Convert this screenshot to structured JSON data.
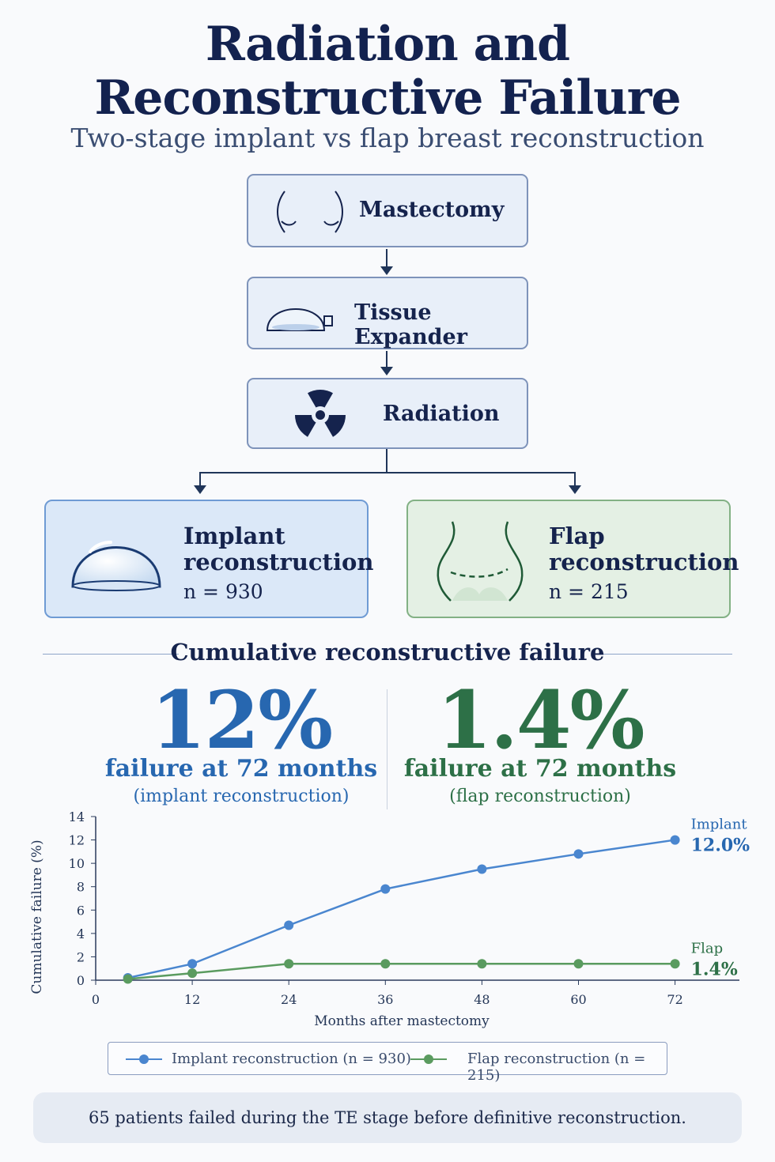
{
  "title_line1": "Radiation and",
  "title_line2": "Reconstructive Failure",
  "subtitle": "Two-stage implant vs flap breast reconstruction",
  "steps": [
    {
      "label": "Mastectomy",
      "icon": "breast-outline-icon"
    },
    {
      "label": "Tissue Expander",
      "icon": "tissue-expander-icon"
    },
    {
      "label": "Radiation",
      "icon": "radiation-icon"
    }
  ],
  "branches": {
    "implant": {
      "title1": "Implant",
      "title2": "reconstruction",
      "n": "n = 930",
      "icon": "implant-icon",
      "color": "#2767b0"
    },
    "flap": {
      "title1": "Flap",
      "title2": "reconstruction",
      "n": "n = 215",
      "icon": "flap-icon",
      "color": "#2d7047"
    }
  },
  "section_title": "Cumulative reconstructive failure",
  "stats": {
    "implant": {
      "value": "12%",
      "line1": "failure at 72 months",
      "line2": "(implant reconstruction)"
    },
    "flap": {
      "value": "1.4%",
      "line1": "failure at 72 months",
      "line2": "(flap reconstruction)"
    }
  },
  "chart_data": {
    "type": "line",
    "xlabel": "Months after mastectomy",
    "ylabel": "Cumulative failure (%)",
    "xlim": [
      0,
      80
    ],
    "ylim": [
      0,
      14
    ],
    "xticks": [
      0,
      12,
      24,
      36,
      48,
      60,
      72
    ],
    "yticks": [
      0,
      2,
      4,
      6,
      8,
      10,
      12,
      14
    ],
    "grid": false,
    "legend_position": "bottom",
    "series": [
      {
        "name": "Implant reconstruction (n = 930)",
        "end_label": "Implant",
        "end_value": "12.0%",
        "color": "#4a86cf",
        "x": [
          4,
          12,
          24,
          36,
          48,
          60,
          72
        ],
        "y": [
          0.2,
          1.4,
          4.7,
          7.8,
          9.5,
          10.8,
          12.0
        ]
      },
      {
        "name": "Flap reconstruction (n = 215)",
        "end_label": "Flap",
        "end_value": "1.4%",
        "color": "#5a9b5f",
        "x": [
          4,
          12,
          24,
          36,
          48,
          60,
          72
        ],
        "y": [
          0.1,
          0.6,
          1.4,
          1.4,
          1.4,
          1.4,
          1.4
        ]
      }
    ]
  },
  "note": "65 patients failed during the TE stage before definitive reconstruction."
}
